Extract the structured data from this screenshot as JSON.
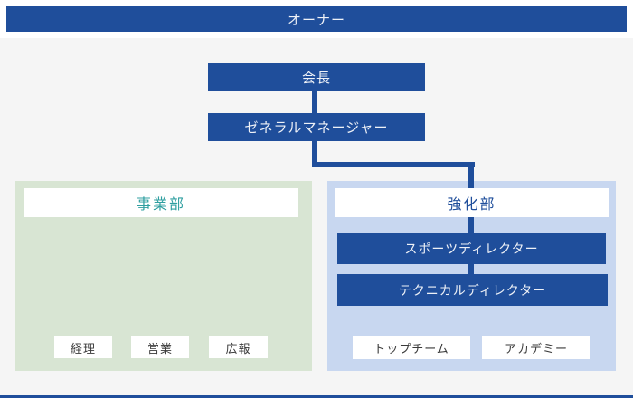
{
  "colors": {
    "primary_blue": "#1F4E9B",
    "panel_green": "#D8E5D3",
    "panel_light_blue": "#C8D7F0",
    "business_title_text": "#2F9FA0",
    "strength_title_text": "#1F4E9B",
    "background": "#F5F5F5",
    "leaf_text": "#3A3A3A"
  },
  "org_chart": {
    "owner_label": "オーナー",
    "chairman_label": "会長",
    "general_manager_label": "ゼネラルマネージャー",
    "business_division": {
      "title": "事業部",
      "units": [
        "経理",
        "営業",
        "広報"
      ]
    },
    "strengthening_division": {
      "title": "強化部",
      "roles": [
        "スポーツディレクター",
        "テクニカルディレクター"
      ],
      "teams": [
        "トップチーム",
        "アカデミー"
      ]
    }
  }
}
